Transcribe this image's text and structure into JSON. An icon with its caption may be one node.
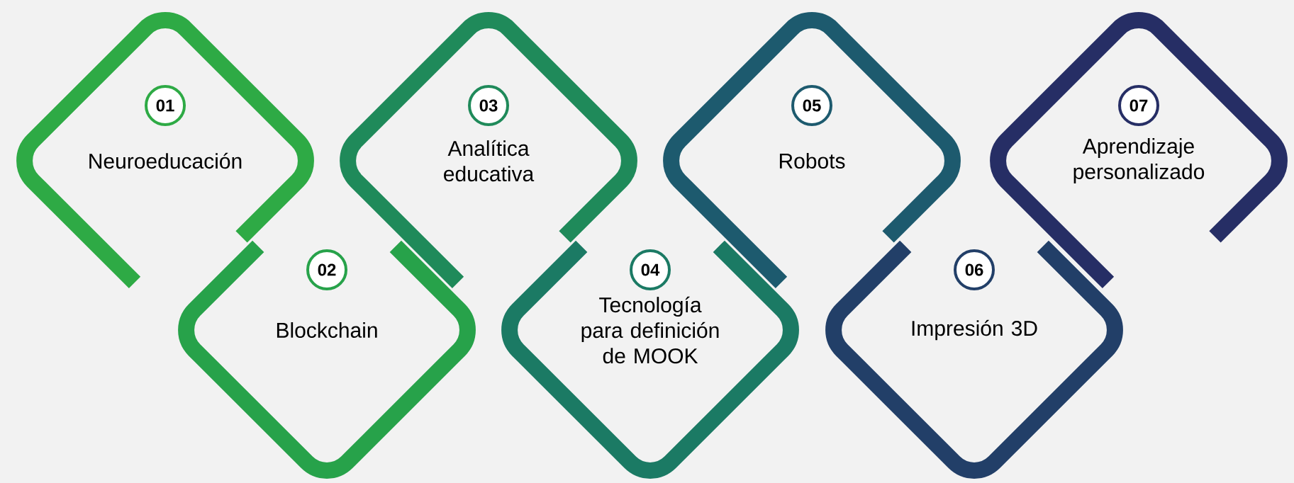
{
  "diagram": {
    "nodes": [
      {
        "text": [
          "Neuroeducación"
        ]
      },
      {
        "text": [
          "01"
        ],
        "in": 0
      },
      {
        "text": [
          "Blockchain"
        ]
      },
      {
        "text": [
          "02"
        ],
        "in": 2
      },
      {
        "text": [
          "Analítica educativa"
        ]
      },
      {
        "text": [
          "03"
        ],
        "in": 4
      },
      {
        "text": [
          "Tecnología para definición de MOOK"
        ]
      },
      {
        "text": [
          "04"
        ],
        "in": 6
      },
      {
        "text": [
          "Robots"
        ]
      },
      {
        "text": [
          "05"
        ],
        "in": 8
      },
      {
        "text": [
          "Impresión 3D"
        ]
      },
      {
        "text": [
          "06"
        ],
        "in": 10
      },
      {
        "text": [
          "Aprendizaje personalizado"
        ]
      },
      {
        "text": [
          "07"
        ],
        "in": 12
      }
    ]
  }
}
